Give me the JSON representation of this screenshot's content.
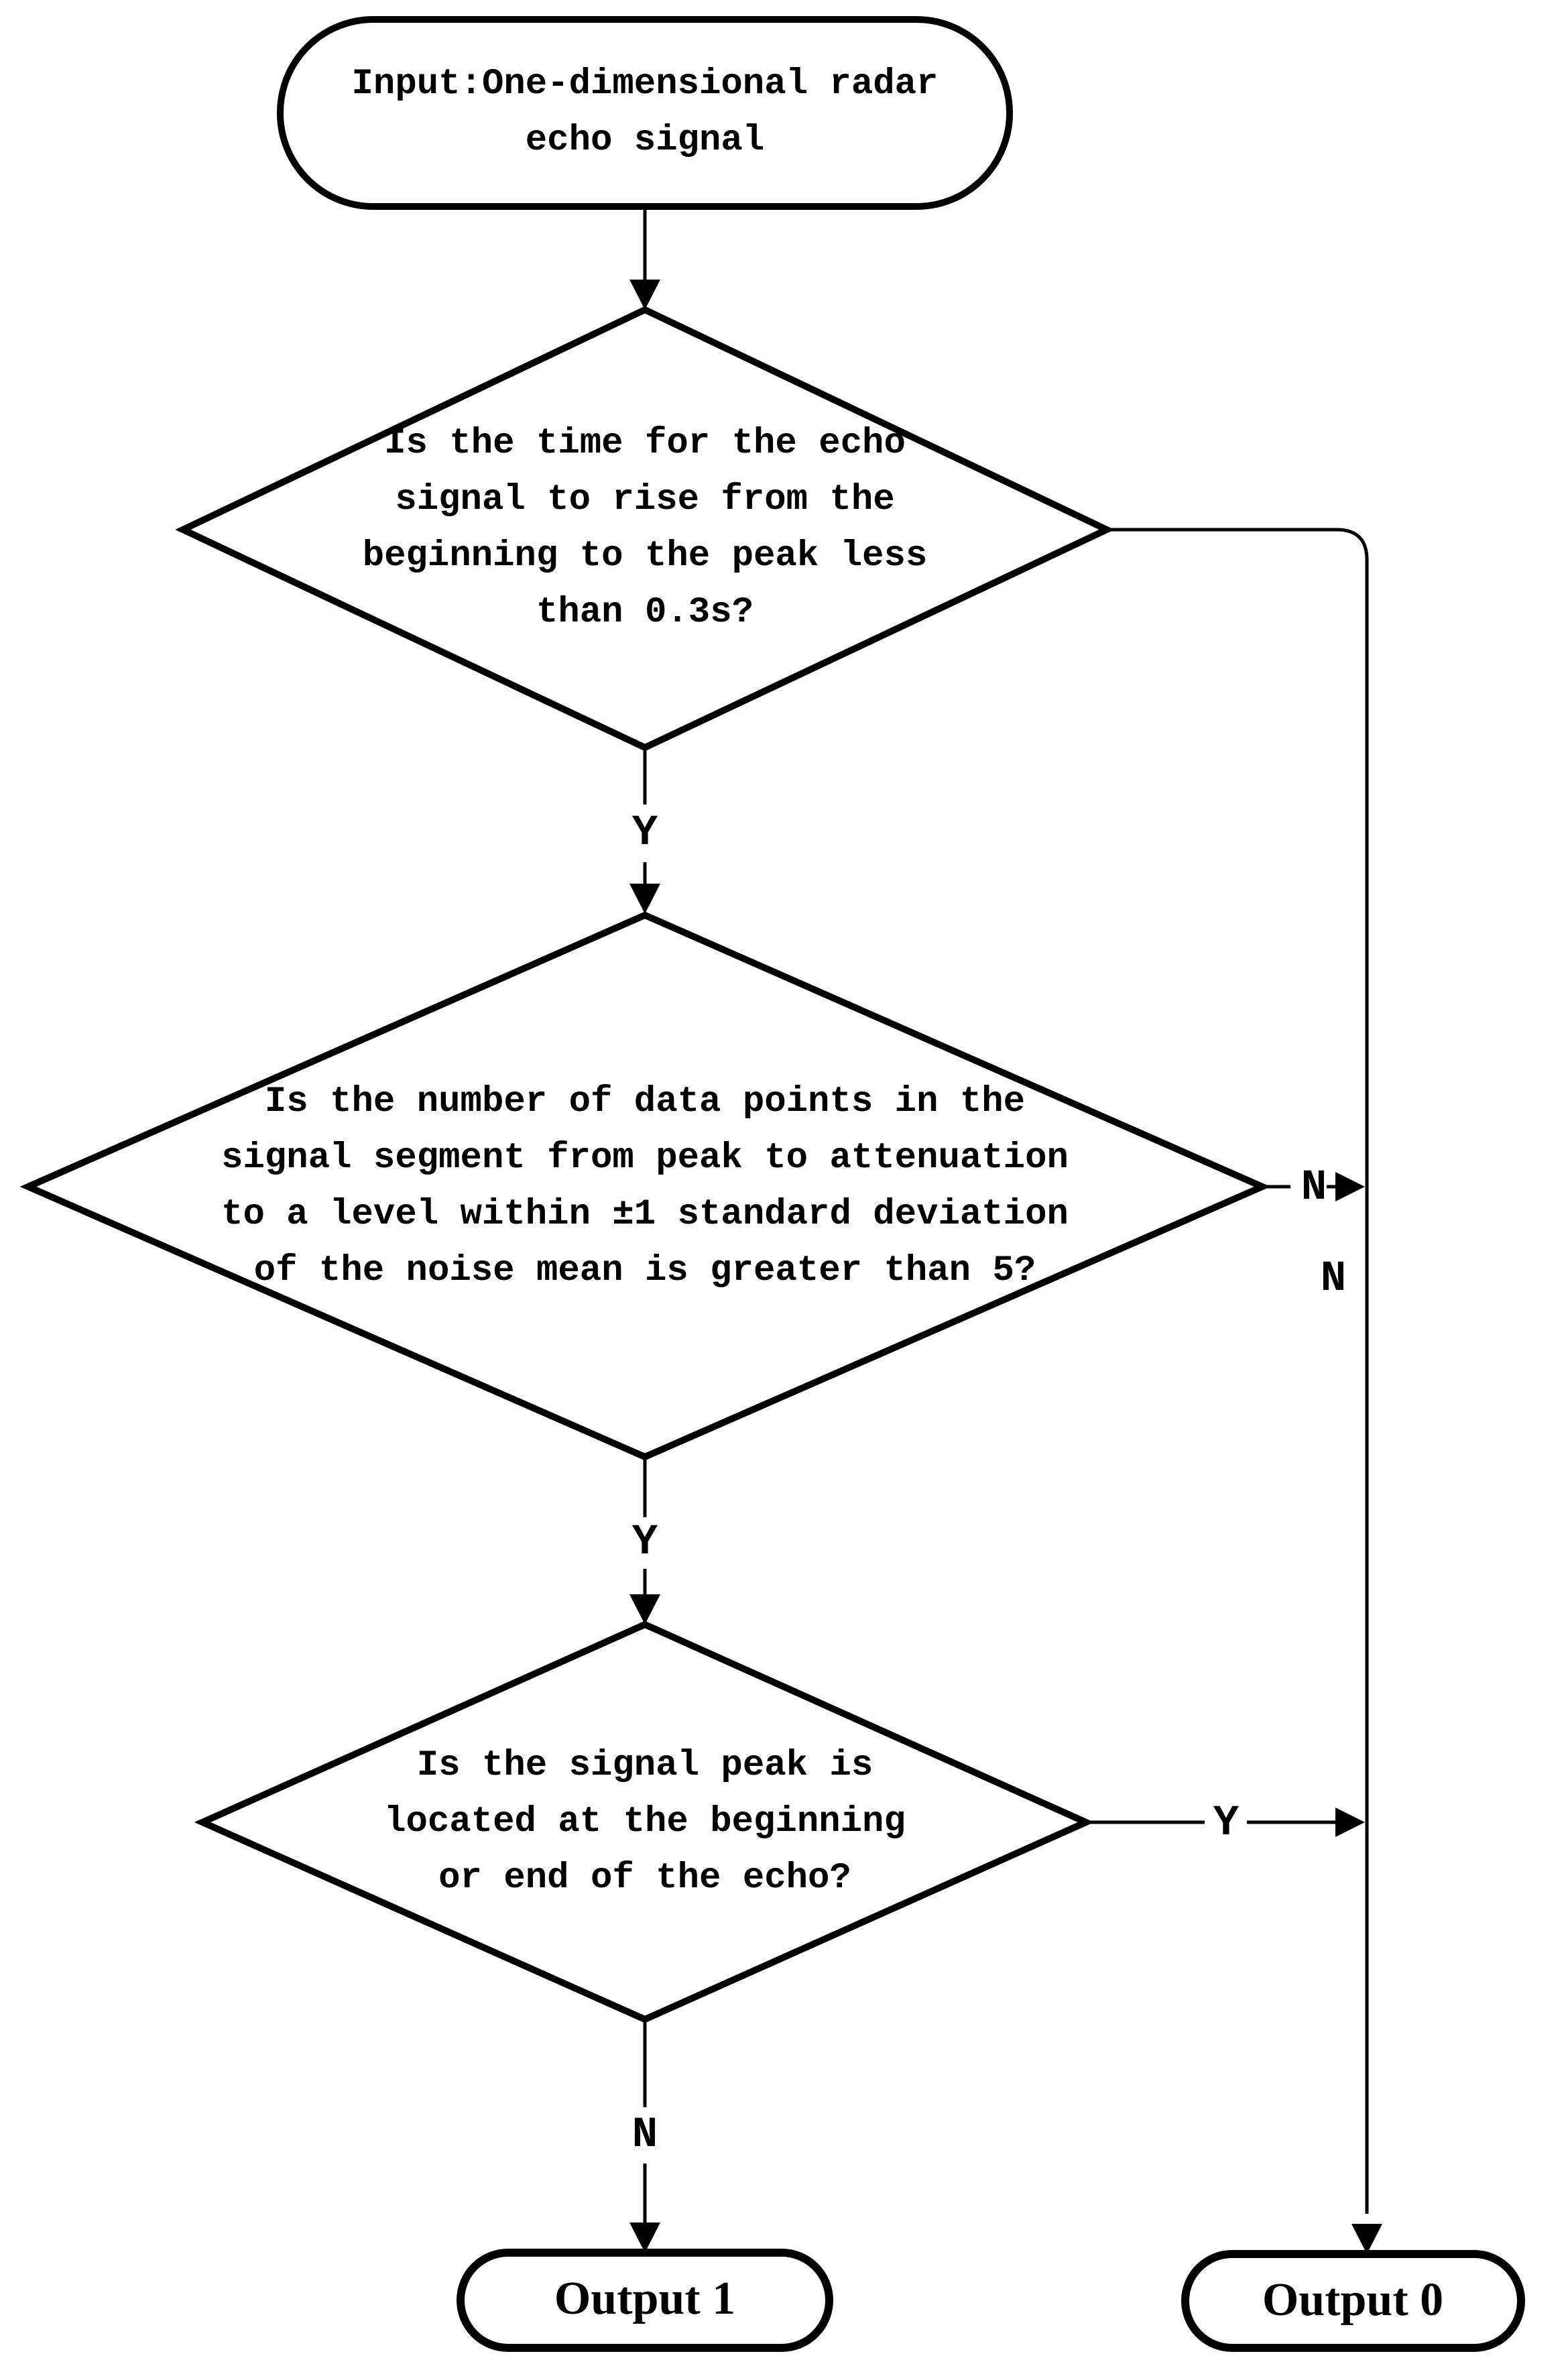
{
  "nodes": {
    "input": {
      "label": "Input:One-dimensional radar\necho signal"
    },
    "decision1": {
      "label": "Is the time for the echo\nsignal to rise from the\nbeginning to the peak less\nthan 0.3s?"
    },
    "decision2": {
      "label": "Is the number of data points in the\nsignal segment from peak to attenuation\nto a level within ±1 standard deviation\nof the noise mean is greater than 5?"
    },
    "decision3": {
      "label": "Is the signal peak is\nlocated at the beginning\nor end of the echo?"
    },
    "output1": {
      "label": "Output 1"
    },
    "output0": {
      "label": "Output 0"
    }
  },
  "edges": {
    "decision1_yes": {
      "label": "Y"
    },
    "decision2_yes": {
      "label": "Y"
    },
    "decision2_no": {
      "label": "N"
    },
    "decision1_no": {
      "label": "N"
    },
    "decision3_yes": {
      "label": "Y"
    },
    "decision3_no": {
      "label": "N"
    }
  },
  "colors": {
    "stroke": "#000000",
    "background": "#ffffff",
    "text": "#000000"
  }
}
